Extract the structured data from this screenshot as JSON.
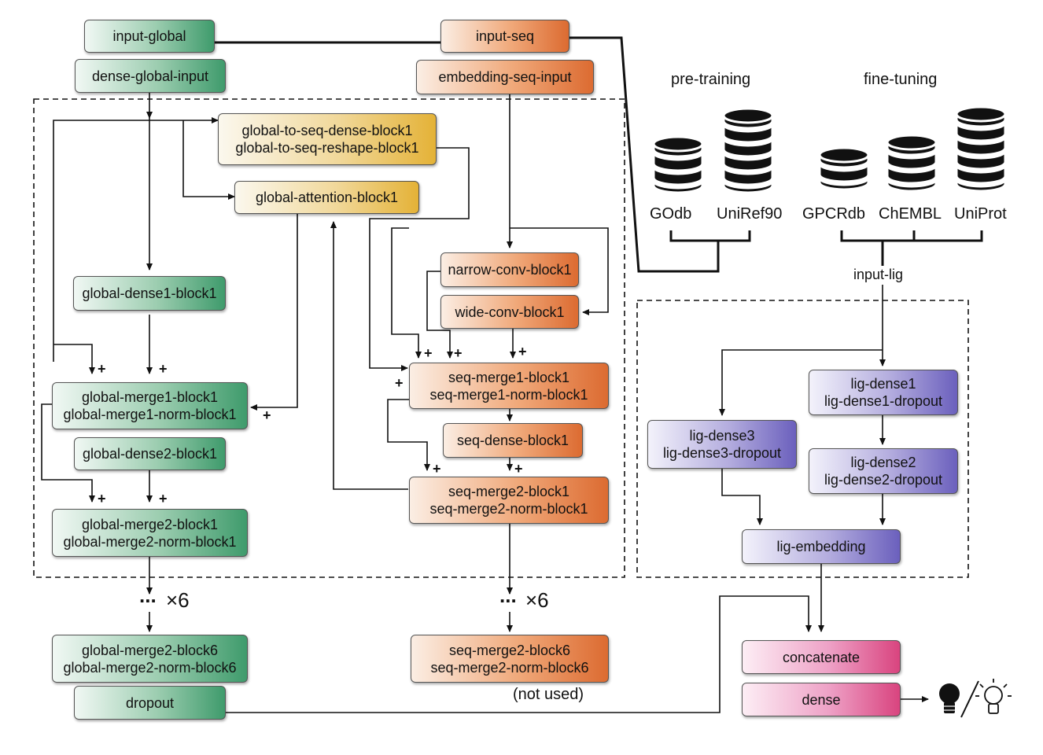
{
  "nodes": {
    "input_global": "input-global",
    "dense_global_input": "dense-global-input",
    "input_seq": "input-seq",
    "embedding_seq_input": "embedding-seq-input",
    "global_to_seq_dense": "global-to-seq-dense-block1",
    "global_to_seq_reshape": "global-to-seq-reshape-block1",
    "global_attention": "global-attention-block1",
    "global_dense1": "global-dense1-block1",
    "global_merge1": "global-merge1-block1",
    "global_merge1_norm": "global-merge1-norm-block1",
    "global_dense2": "global-dense2-block1",
    "global_merge2": "global-merge2-block1",
    "global_merge2_norm": "global-merge2-norm-block1",
    "narrow_conv": "narrow-conv-block1",
    "wide_conv": "wide-conv-block1",
    "seq_merge1": "seq-merge1-block1",
    "seq_merge1_norm": "seq-merge1-norm-block1",
    "seq_dense": "seq-dense-block1",
    "seq_merge2": "seq-merge2-block1",
    "seq_merge2_norm": "seq-merge2-norm-block1",
    "global_merge2_b6": "global-merge2-block6",
    "global_merge2_norm_b6": "global-merge2-norm-block6",
    "dropout": "dropout",
    "seq_merge2_b6": "seq-merge2-block6",
    "seq_merge2_norm_b6": "seq-merge2-norm-block6",
    "lig_dense1": "lig-dense1",
    "lig_dense1_dropout": "lig-dense1-dropout",
    "lig_dense2": "lig-dense2",
    "lig_dense2_dropout": "lig-dense2-dropout",
    "lig_dense3": "lig-dense3",
    "lig_dense3_dropout": "lig-dense3-dropout",
    "lig_embedding": "lig-embedding",
    "concatenate": "concatenate",
    "dense": "dense"
  },
  "labels": {
    "pre_training": "pre-training",
    "fine_tuning": "fine-tuning",
    "input_lig": "input-lig",
    "repeat_global": "×6",
    "repeat_seq": "×6",
    "dots": "...",
    "not_used": "(not used)",
    "plus": "+"
  },
  "databases": {
    "pre_training": [
      "GOdb",
      "UniRef90"
    ],
    "fine_tuning": [
      "GPCRdb",
      "ChEMBL",
      "UniProt"
    ]
  },
  "icons": [
    "database-icon",
    "lightbulb-off-icon",
    "lightbulb-on-icon"
  ],
  "colors": {
    "global_branch": "#3f9b6c",
    "seq_branch": "#dc6b31",
    "attention": "#e4b237",
    "ligand_branch": "#6b60bd",
    "output": "#d9447f"
  }
}
